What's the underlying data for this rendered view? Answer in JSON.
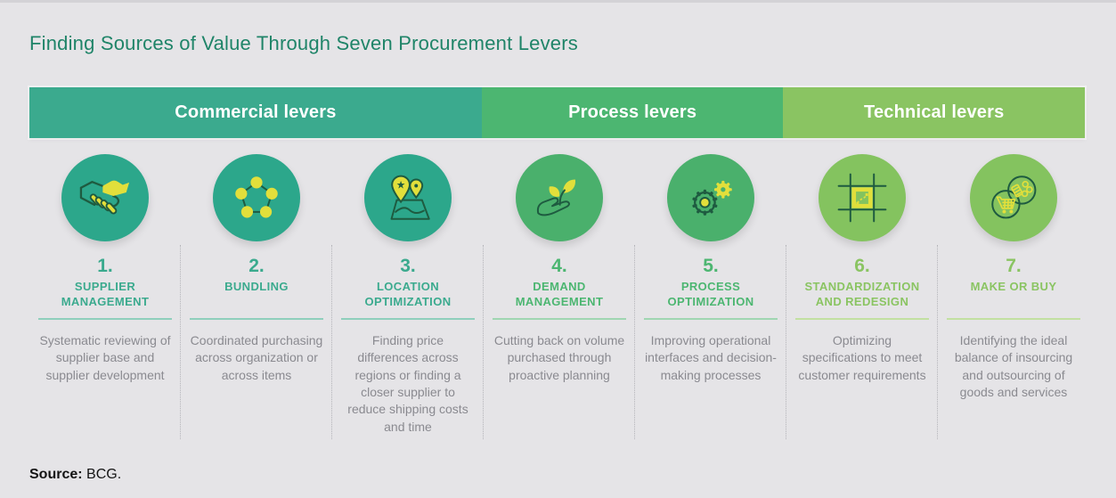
{
  "page": {
    "title": "Finding Sources of Value Through Seven Procurement Levers",
    "source_label": "Source:",
    "source_value": "BCG."
  },
  "colors": {
    "background": "#E5E4E7",
    "title_text": "#1F8468",
    "commercial": "#3BAA8E",
    "process": "#4CB671",
    "technical": "#8AC462",
    "icon_yellow": "#E2DF3B",
    "icon_outline": "#1E5B40",
    "description_text": "#8A8A90",
    "bar_text": "#FFFFFF"
  },
  "categories": [
    {
      "label": "Commercial levers",
      "color": "#3BAA8E",
      "columns_spanned": 3
    },
    {
      "label": "Process levers",
      "color": "#4CB671",
      "columns_spanned": 2
    },
    {
      "label": "Technical levers",
      "color": "#8AC462",
      "columns_spanned": 2
    }
  ],
  "levers": [
    {
      "number": "1.",
      "title": "SUPPLIER MANAGEMENT",
      "description": "Systematic reviewing of supplier base and supplier development",
      "icon": "handshake-icon",
      "category": "Commercial levers"
    },
    {
      "number": "2.",
      "title": "BUNDLING",
      "description": "Coordinated purchasing across organization or across items",
      "icon": "network-pentagon-icon",
      "category": "Commercial levers"
    },
    {
      "number": "3.",
      "title": "LOCATION OPTIMIZATION",
      "description": "Finding price differences across regions or finding a closer supplier to reduce shipping costs and time",
      "icon": "map-pins-icon",
      "category": "Commercial levers"
    },
    {
      "number": "4.",
      "title": "DEMAND MANAGEMENT",
      "description": "Cutting back on volume purchased through proactive planning",
      "icon": "hand-sprout-icon",
      "category": "Process levers"
    },
    {
      "number": "5.",
      "title": "PROCESS OPTIMIZATION",
      "description": "Improving operational interfaces and decision-making processes",
      "icon": "gears-icon",
      "category": "Process levers"
    },
    {
      "number": "6.",
      "title": "STANDARDIZATION AND REDESIGN",
      "description": "Optimizing specifications to meet customer requirements",
      "icon": "crop-frame-icon",
      "category": "Technical levers"
    },
    {
      "number": "7.",
      "title": "MAKE OR BUY",
      "description": "Identifying the ideal balance of insourcing and outsourcing of goods and services",
      "icon": "cart-coins-icon",
      "category": "Technical levers"
    }
  ]
}
